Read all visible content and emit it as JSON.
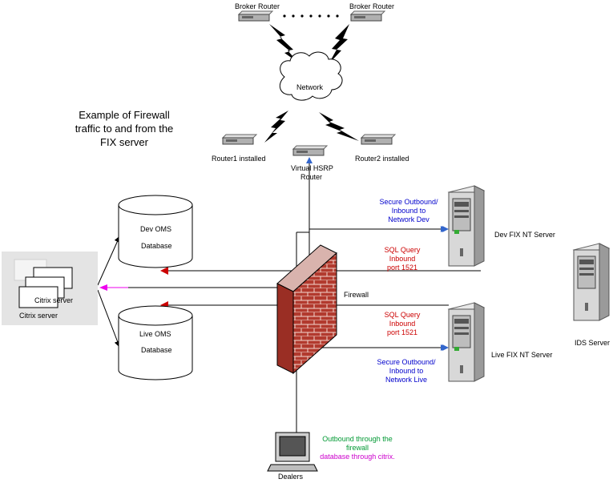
{
  "title": [
    "Example of Firewall",
    "traffic to and from the",
    "FIX server"
  ],
  "colors": {
    "blue_text": "#0000cc",
    "red_text": "#cc0000",
    "green_text": "#009933",
    "magenta_text": "#cc00cc",
    "arrow_red": "#cc0000",
    "arrow_blue": "#3366cc",
    "arrow_magenta": "#ee00ee",
    "brick": "#b23a2e"
  },
  "nodes": {
    "broker_router_1": "Broker Router",
    "broker_router_2": "Broker Router",
    "network": "Network",
    "router1": "Router1 installed",
    "router2": "Router2 installed",
    "virtual_router": [
      "Virtual HSRP",
      "Router"
    ],
    "dev_db": [
      "Dev OMS",
      "Database"
    ],
    "live_db": [
      "Live OMS",
      "Database"
    ],
    "citrix_1": "Citrix server",
    "citrix_2": "Citrix server",
    "firewall": "Firewall",
    "dev_fix": "Dev FIX NT Server",
    "live_fix": "Live FIX NT Server",
    "ids": "IDS Server",
    "dealers": "Dealers"
  },
  "annotations": {
    "dev_outbound": [
      "Secure Outbound/",
      "Inbound to",
      "Network Dev"
    ],
    "dev_sql": [
      "SQL Query",
      "Inbound",
      "port 1521"
    ],
    "live_sql": [
      "SQL Query",
      "Inbound",
      "port 1521"
    ],
    "live_outbound": [
      "Secure Outbound/",
      "Inbound to",
      "Network Live"
    ],
    "outbound_firewall": [
      "Outbound through the",
      "firewall"
    ],
    "db_citrix": "database through citrix."
  }
}
